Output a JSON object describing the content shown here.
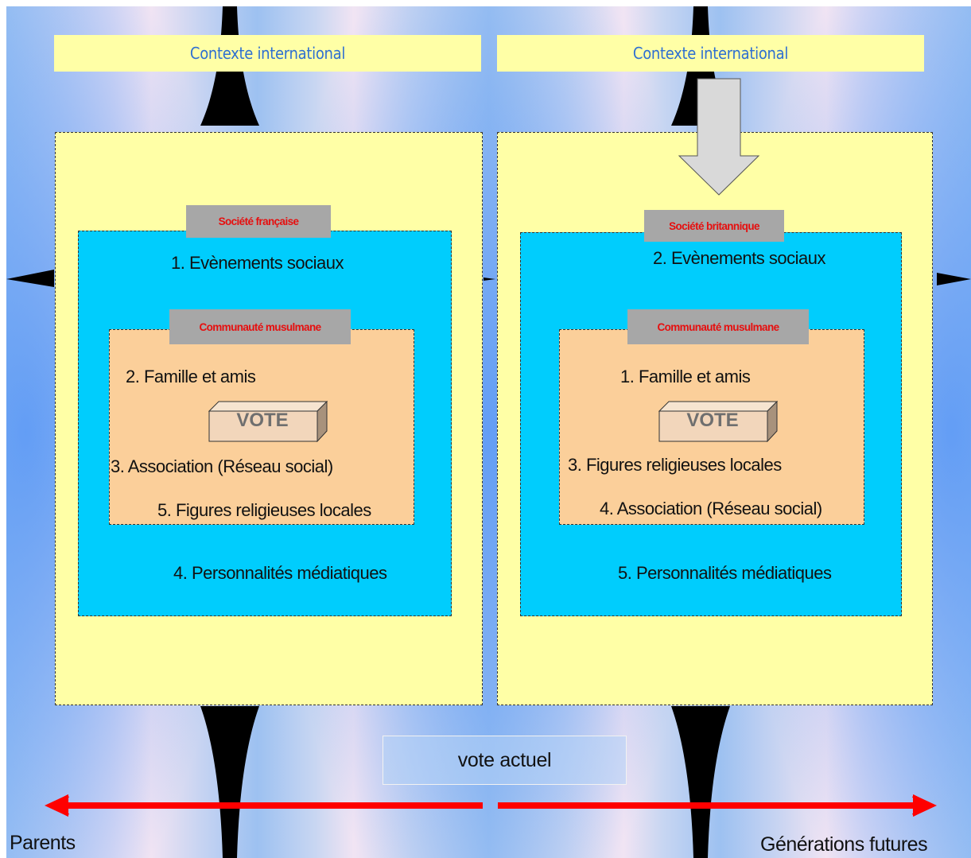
{
  "left_panel": {
    "context_label": "Contexte international",
    "society_label": "Société française",
    "community_label": "Communauté musulmane",
    "items": {
      "social_events": "1. Evènements sociaux",
      "family": "2. Famille et amis",
      "association": "3. Association (Réseau social)",
      "religious": "5. Figures religieuses locales",
      "media": "4. Personnalités médiatiques"
    },
    "vote_label": "VOTE"
  },
  "right_panel": {
    "context_label": "Contexte international",
    "society_label": "Société britannique",
    "community_label": "Communauté musulmane",
    "items": {
      "social_events": "2. Evènements sociaux",
      "family": "1. Famille et amis",
      "religious": "3. Figures religieuses locales",
      "association": "4. Association (Réseau social)",
      "media": "5. Personnalités médiatiques"
    },
    "vote_label": "VOTE"
  },
  "timeline": {
    "center_label": "vote actuel",
    "left_label": "Parents",
    "right_label": "Générations futures"
  },
  "colors": {
    "outer_panel": "#ffffa6",
    "society_box": "#00cdfd",
    "community_box": "#fbcf9a",
    "label_bg": "#a7a7a7",
    "label_text": "#e60f0f",
    "context_text": "#2e6fd1",
    "arrow_red": "#ff0000"
  }
}
